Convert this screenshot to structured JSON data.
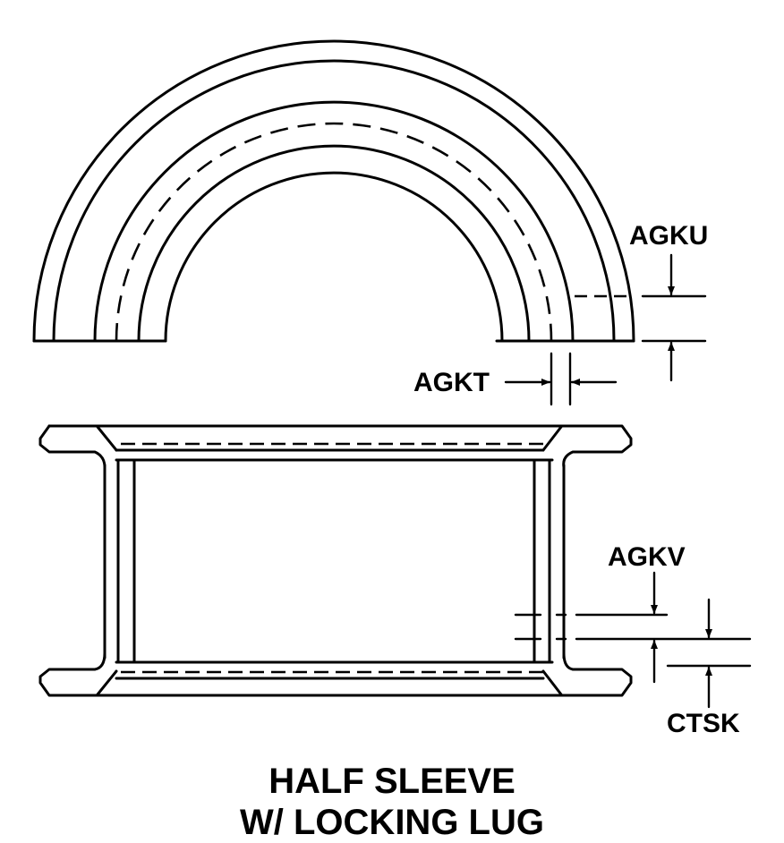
{
  "labels": {
    "agku": "AGKU",
    "agkt": "AGKT",
    "agkv": "AGKV",
    "ctsk": "CTSK"
  },
  "caption": {
    "line1": "HALF SLEEVE",
    "line2": "W/ LOCKING LUG"
  }
}
